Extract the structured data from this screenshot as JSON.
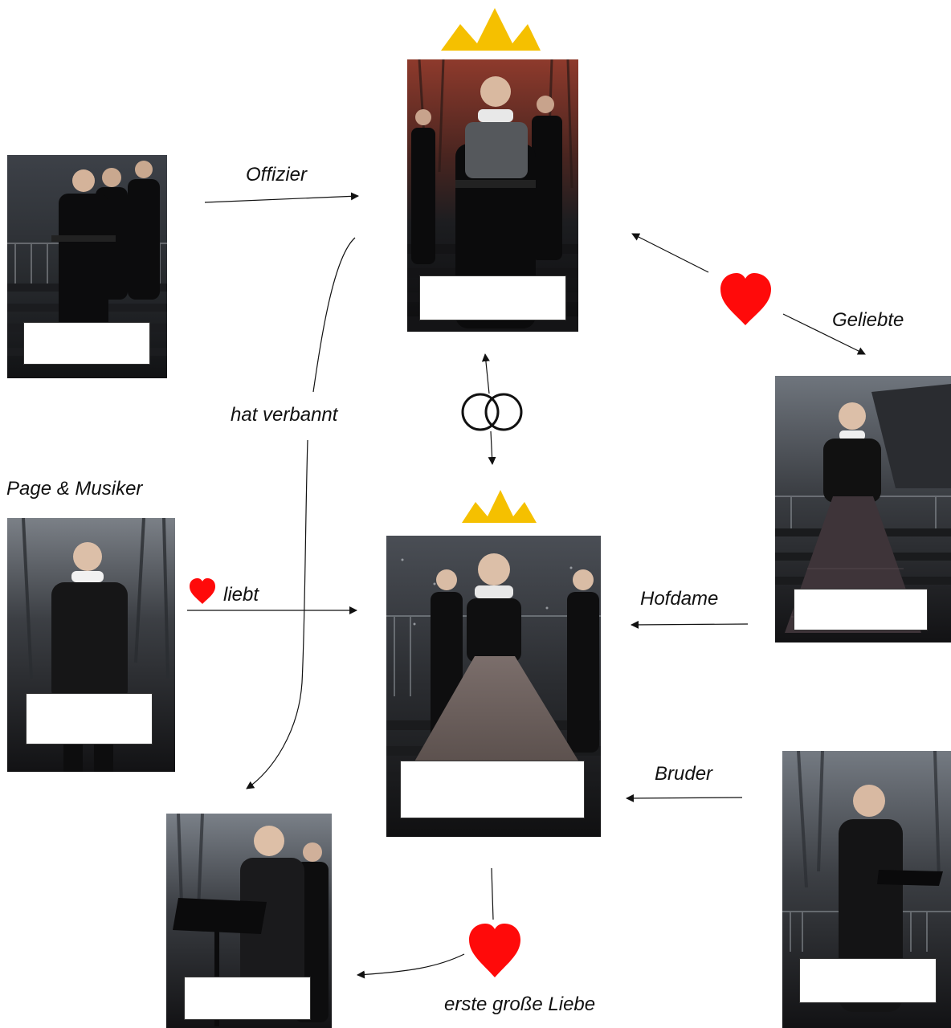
{
  "relations": {
    "offizier": "Offizier",
    "hat_verbannt": "hat verbannt",
    "geliebte": "Geliebte",
    "page_musiker": "Page & Musiker",
    "liebt": "liebt",
    "hofdame": "Hofdame",
    "bruder": "Bruder",
    "erste_grosse_liebe": "erste große Liebe"
  },
  "colors": {
    "crown": "#f5c000",
    "heart": "#ff0a0a",
    "stroke": "#111111"
  },
  "icons": [
    "crown-icon",
    "heart-icon",
    "wedding-rings-icon"
  ]
}
